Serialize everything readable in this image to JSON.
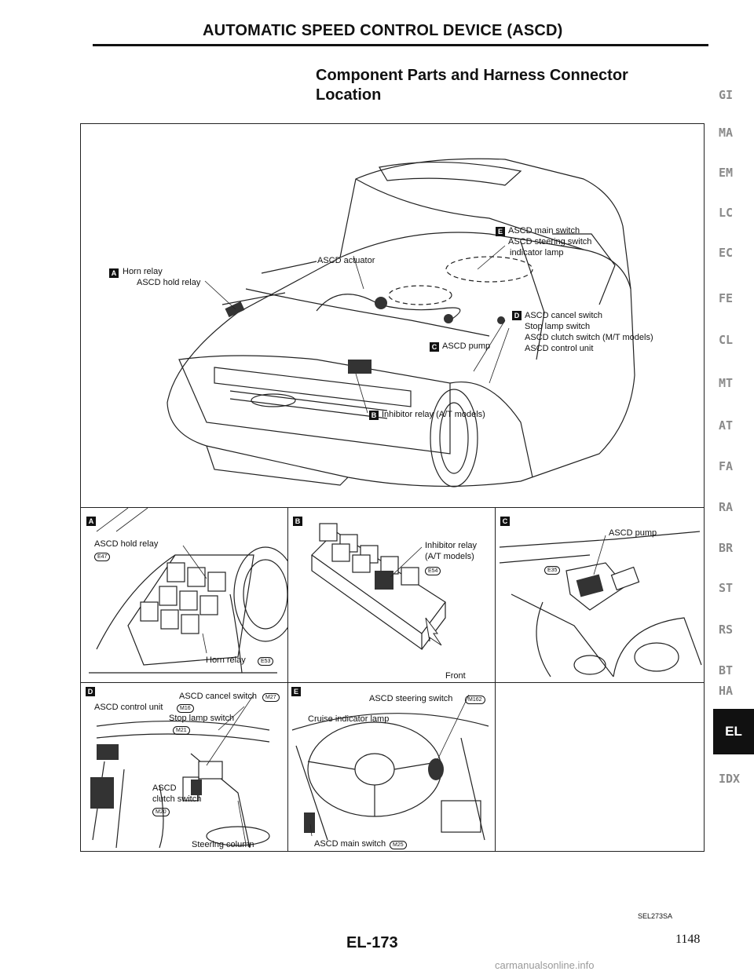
{
  "header": {
    "title": "AUTOMATIC SPEED CONTROL DEVICE (ASCD)",
    "subtitle": "Component Parts and Harness Connector Location"
  },
  "overview": {
    "callouts": {
      "horn_relay": "Horn relay",
      "hold_relay": "ASCD hold relay",
      "actuator": "ASCD actuator",
      "main_switch": "ASCD main switch",
      "steering_switch": "ASCD steering switch",
      "indicator_lamp": "indicator lamp",
      "cancel_switch": "ASCD cancel switch",
      "stop_lamp_switch": "Stop lamp switch",
      "clutch_switch": "ASCD clutch switch (M/T models)",
      "control_unit": "ASCD control unit",
      "pump": "ASCD pump",
      "inhibitor_relay": "Inhibitor relay (A/T models)"
    },
    "badges": {
      "a": "A",
      "b": "B",
      "c": "C",
      "d": "D",
      "e": "E"
    }
  },
  "panels": {
    "a": {
      "badge": "A",
      "hold_relay": "ASCD hold relay",
      "hold_conn": "E47",
      "horn_relay": "Horn relay",
      "horn_conn": "E53"
    },
    "b": {
      "badge": "B",
      "inhibitor_line1": "Inhibitor relay",
      "inhibitor_line2": "(A/T models)",
      "conn": "E54",
      "front": "Front"
    },
    "c": {
      "badge": "C",
      "pump": "ASCD pump",
      "conn": "E35"
    },
    "d": {
      "badge": "D",
      "cancel_switch": "ASCD cancel switch",
      "cancel_conn": "M27",
      "control_unit": "ASCD control unit",
      "control_conn": "M16",
      "stop_lamp": "Stop lamp switch",
      "stop_conn": "M21",
      "clutch_line1": "ASCD",
      "clutch_line2": "clutch switch",
      "clutch_conn": "M20",
      "steering": "Steering column"
    },
    "e": {
      "badge": "E",
      "steering_switch": "ASCD steering switch",
      "steering_conn": "M162",
      "cruise_lamp": "Cruise indicator lamp",
      "main_switch": "ASCD main switch",
      "main_conn": "M25"
    }
  },
  "side_tabs": [
    "GI",
    "MA",
    "EM",
    "LC",
    "EC",
    "FE",
    "CL",
    "MT",
    "AT",
    "FA",
    "RA",
    "BR",
    "ST",
    "RS",
    "BT",
    "HA",
    "EL",
    "IDX"
  ],
  "active_tab": "EL",
  "footer": {
    "figure_ref": "SEL273SA",
    "page_label": "EL-173",
    "page_number": "1148"
  },
  "watermark": "carmanualsonline.info"
}
